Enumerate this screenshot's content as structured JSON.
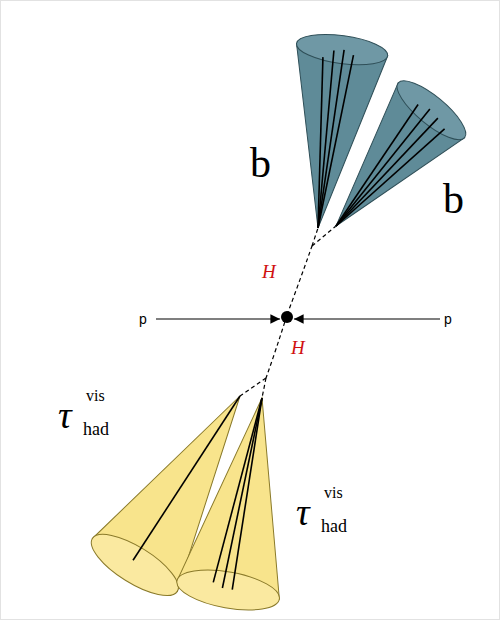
{
  "diagram": {
    "labels": [
      "b",
      "b",
      "H",
      "p",
      "p",
      "H",
      "τ",
      "vis",
      "had",
      "τ",
      "vis",
      "had"
    ]
  }
}
